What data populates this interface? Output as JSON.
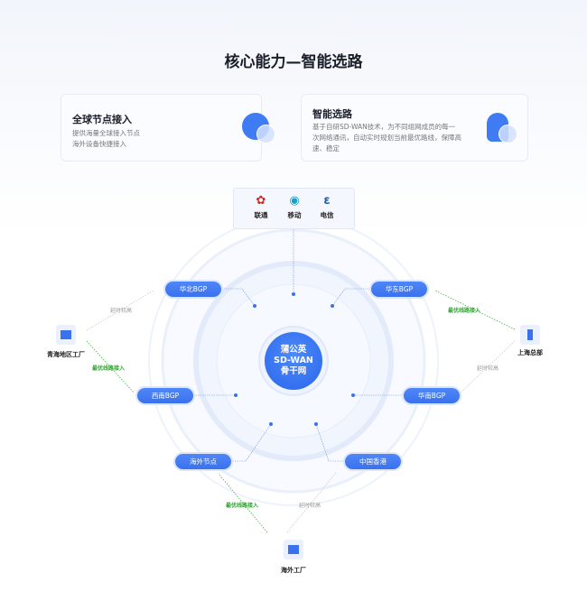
{
  "title": "核心能力—智能选路",
  "cards": [
    {
      "title": "全球节点接入",
      "lines": [
        "提供海量全球接入节点",
        "海外设备快捷接入"
      ],
      "icon": "globe-icon"
    },
    {
      "title": "智能选路",
      "lines": [
        "基于自研SD-WAN技术，为不同组网成员的每一",
        "次网络通讯，自动实时规划当前最优路线，保障高",
        "速、稳定"
      ],
      "icon": "head-icon"
    }
  ],
  "carriers": [
    "联通",
    "移动",
    "电信"
  ],
  "center": [
    "蒲公英",
    "SD-WAN",
    "骨干网"
  ],
  "nodes": {
    "north": "华北BGP",
    "east": "华东BGP",
    "southwest": "西南BGP",
    "south": "华南BGP",
    "overseas": "海外节点",
    "hongkong": "中国香港"
  },
  "sites": {
    "qinghai": "青海地区工厂",
    "shanghai": "上海总部",
    "overseas": "海外工厂"
  },
  "labels": {
    "high_latency": "延时较高",
    "best_route": "最优线路接入"
  },
  "colors": {
    "primary": "#3a72ee",
    "green": "#2ca52c"
  }
}
